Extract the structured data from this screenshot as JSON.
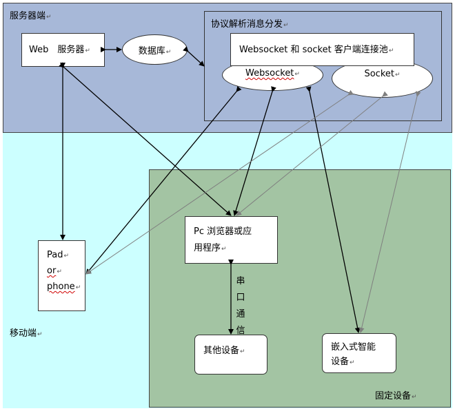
{
  "regions": {
    "server": "服务器端",
    "protocol": "协议解析消息分发",
    "mobile": "移动端",
    "fixed": "固定设备"
  },
  "nodes": {
    "web_server": "Web　服务器",
    "database": "数据库",
    "pool": "Websocket 和 socket 客户端连接池",
    "websocket": "Websocket",
    "socket": "Socket",
    "pad_line1": "Pad",
    "pad_line2": "or",
    "pad_line3": "phone",
    "pc_line1": "Pc 浏览器或应",
    "pc_line2": "用程序",
    "other_device": "其他设备",
    "embedded_line1": "嵌入式智能",
    "embedded_line2": "设备"
  },
  "edges": {
    "serial_chars": [
      "串",
      "口",
      "通",
      "信"
    ]
  },
  "colors": {
    "server_bg": "#a7b8d8",
    "mobile_bg": "#ccffff",
    "fixed_bg": "#a3c4a3",
    "arrow_black": "#000000",
    "arrow_gray": "#7f7f7f"
  }
}
